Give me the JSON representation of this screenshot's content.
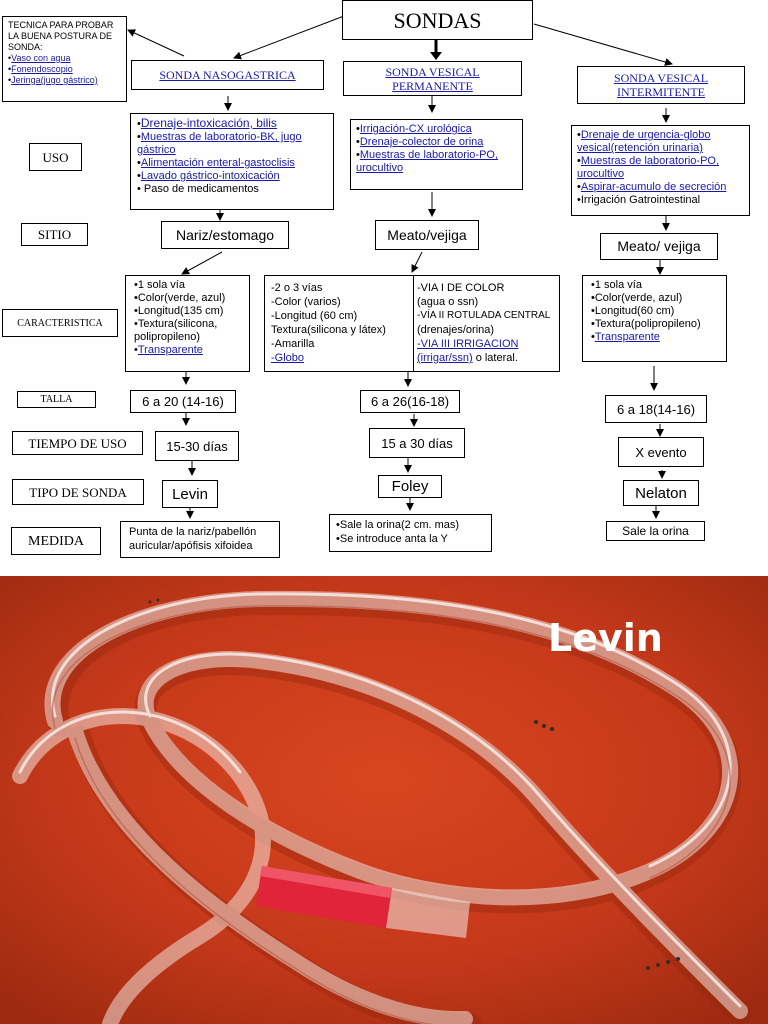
{
  "title": "SONDAS",
  "tecnica": {
    "heading": "TECNICA PARA PROBAR LA BUENA POSTURA DE SONDA:",
    "items": [
      "Vaso con agua",
      "Fonendoscopio",
      "Jeringa(jugo gástrico)"
    ]
  },
  "row_labels": {
    "uso": "USO",
    "sitio": "SITIO",
    "caracteristica": "CARACTERISTICA",
    "talla": "TALLA",
    "tiempo": "TIEMPO DE USO",
    "tipo": "TIPO DE SONDA",
    "medida": "MEDIDA"
  },
  "nasogastrica": {
    "name": "SONDA NASOGASTRICA",
    "uso": [
      {
        "text": "Drenaje-intoxicación, bilis",
        "link": true
      },
      {
        "text": "Muestras de laboratorio-BK, jugo gástrico",
        "link": true
      },
      {
        "text": "Alimentación enteral-gastoclisis",
        "link": true
      },
      {
        "text": "Lavado gástrico-intoxicación",
        "link": true
      },
      {
        "text": "Paso de medicamentos",
        "link": false
      }
    ],
    "sitio": "Nariz/estomago",
    "caracteristica": [
      {
        "text": "•1 sola vía",
        "link": false
      },
      {
        "text": "•Color(verde, azul)",
        "link": false
      },
      {
        "text": "•Longitud(135 cm)",
        "link": false
      },
      {
        "text": "•Textura(silicona, polipropileno)",
        "link": false
      },
      {
        "text": "Transparente",
        "link": true
      }
    ],
    "talla": "6 a 20 (14-16)",
    "tiempo": "15-30 días",
    "tipo": "Levin",
    "medida": "Punta de la nariz/pabellón auricular/apófisis xifoidea"
  },
  "vesical_permanente": {
    "name": "SONDA VESICAL PERMANENTE",
    "uso": [
      {
        "text": "Irrigación-CX urológica",
        "link": true
      },
      {
        "text": "Drenaje-colector de orina",
        "link": true
      },
      {
        "text": "Muestras de laboratorio-PO, urocultivo",
        "link": true
      }
    ],
    "sitio": "Meato/vejiga",
    "caracteristica_left": [
      {
        "text": "-2 o 3 vías",
        "link": false
      },
      {
        "text": "-Color (varios)",
        "link": false
      },
      {
        "text": "-Longitud (60 cm)",
        "link": false
      },
      {
        "text": "Textura(silicona y látex)",
        "link": false
      },
      {
        "text": "-Amarilla",
        "link": false
      },
      {
        "text": "-Globo",
        "link": true
      }
    ],
    "caracteristica_right": [
      {
        "text": "-VIA I DE COLOR",
        "link": false
      },
      {
        "text": "(agua o ssn)",
        "link": false
      },
      {
        "text": "-VÍA II ROTULADA CENTRAL",
        "link": false
      },
      {
        "text": "(drenajes/orina)",
        "link": false
      },
      {
        "text": "-VIA III IRRIGACION (irrigar/ssn)",
        "link": true
      },
      {
        "text": "o lateral.",
        "link": false
      }
    ],
    "talla": "6 a 26(16-18)",
    "tiempo": "15 a 30  días",
    "tipo": "Foley",
    "medida": [
      "•Sale la orina(2 cm. mas)",
      "•Se introduce anta la Y"
    ]
  },
  "vesical_intermitente": {
    "name": "SONDA VESICAL INTERMITENTE",
    "uso": [
      {
        "text": "Drenaje de urgencia-globo vesical(retención urinaria)",
        "link": true
      },
      {
        "text": "Muestras de laboratorio-PO, urocultivo",
        "link": true
      },
      {
        "text": "Aspirar-acumulo de secreción",
        "link": true
      },
      {
        "text": "Irrigación  Gatrointestinal",
        "link": false
      }
    ],
    "sitio": "Meato/ vejiga",
    "caracteristica": [
      {
        "text": "•1 sola vía",
        "link": false
      },
      {
        "text": "•Color(verde, azul)",
        "link": false
      },
      {
        "text": "•Longitud(60 cm)",
        "link": false
      },
      {
        "text": "•Textura(polipropileno)",
        "link": false
      },
      {
        "text": "Transparente",
        "link": true
      }
    ],
    "talla": "6 a 18(14-16)",
    "tiempo": "X evento",
    "tipo": "Nelaton",
    "medida": "Sale la orina"
  },
  "photo": {
    "label": "Levin",
    "colors": {
      "background": "#c93a1a",
      "tube": "#f3e6e0",
      "connector": "#e0243a"
    }
  }
}
